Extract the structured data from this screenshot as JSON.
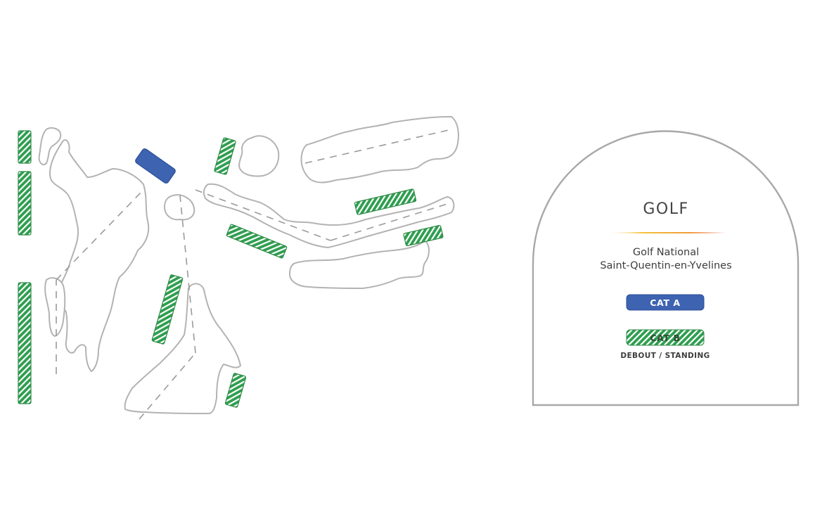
{
  "legend": {
    "title": "GOLF",
    "venue_line1": "Golf National",
    "venue_line2": "Saint-Quentin-en-Yvelines",
    "categories": [
      {
        "label": "CAT A",
        "color": "#3d63b1",
        "pattern": "solid"
      },
      {
        "label": "CAT B",
        "color": "#2e9e4f",
        "pattern": "hatched",
        "sublabel": "DEBOUT / STANDING"
      }
    ]
  },
  "colors": {
    "outline": "#b3b3b3",
    "dash": "#9a9a9a",
    "cat_a": "#3d63b1",
    "cat_b": "#2e9e4f",
    "divider_start": "#f5c23b",
    "divider_end": "#e8643b"
  }
}
